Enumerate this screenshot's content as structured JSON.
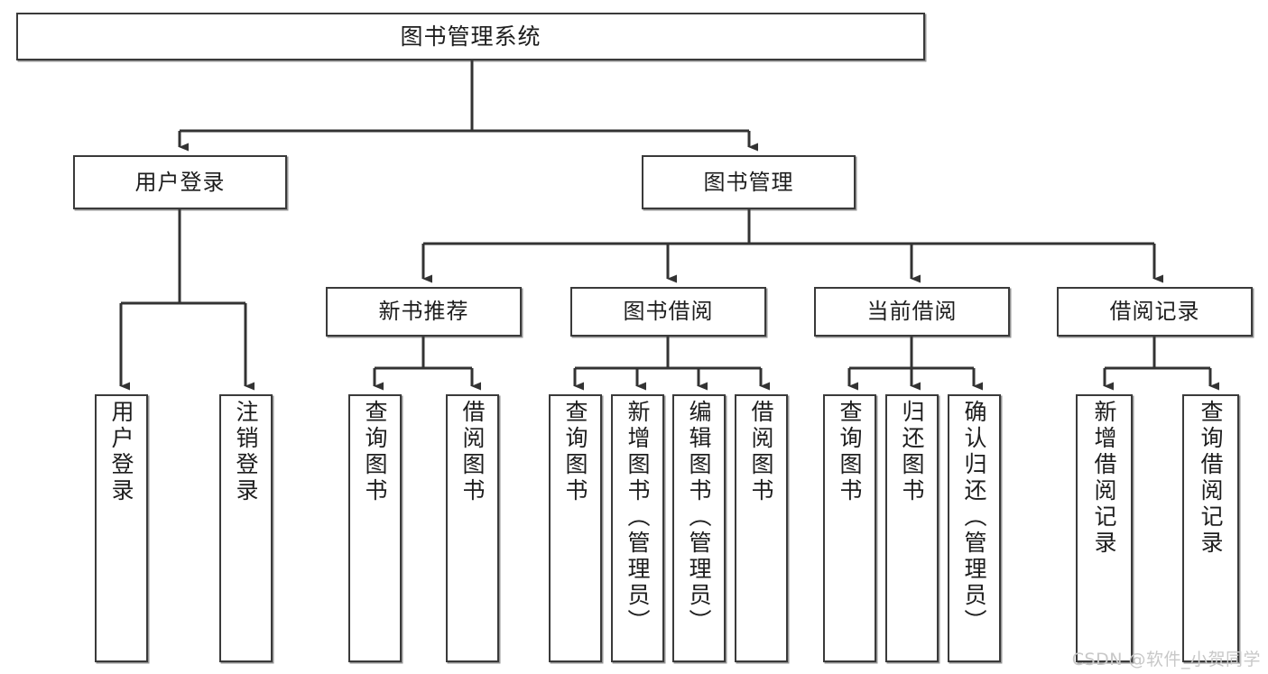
{
  "diagram": {
    "type": "tree",
    "title": "图书管理系统",
    "watermark": "CSDN @软件_小贺同学",
    "colors": {
      "box_border": "#3a3a3a",
      "box_fill": "#ffffff",
      "line": "#333333",
      "text": "#1d1d1d",
      "watermark": "#c8c8c8"
    },
    "root": {
      "label": "图书管理系统"
    },
    "level2": [
      {
        "label": "用户登录"
      },
      {
        "label": "图书管理"
      }
    ],
    "level3": [
      {
        "label": "新书推荐"
      },
      {
        "label": "图书借阅"
      },
      {
        "label": "当前借阅"
      },
      {
        "label": "借阅记录"
      }
    ],
    "leaves": {
      "user_login": [
        {
          "label": "用户登录"
        },
        {
          "label": "注销登录"
        }
      ],
      "new_book": [
        {
          "label": "查询图书"
        },
        {
          "label": "借阅图书"
        }
      ],
      "borrow": [
        {
          "label": "查询图书"
        },
        {
          "label": "新增图书（管理员）"
        },
        {
          "label": "编辑图书（管理员）"
        },
        {
          "label": "借阅图书"
        }
      ],
      "current": [
        {
          "label": "查询图书"
        },
        {
          "label": "归还图书"
        },
        {
          "label": "确认归还（管理员）"
        }
      ],
      "records": [
        {
          "label": "新增借阅记录"
        },
        {
          "label": "查询借阅记录"
        }
      ]
    }
  }
}
